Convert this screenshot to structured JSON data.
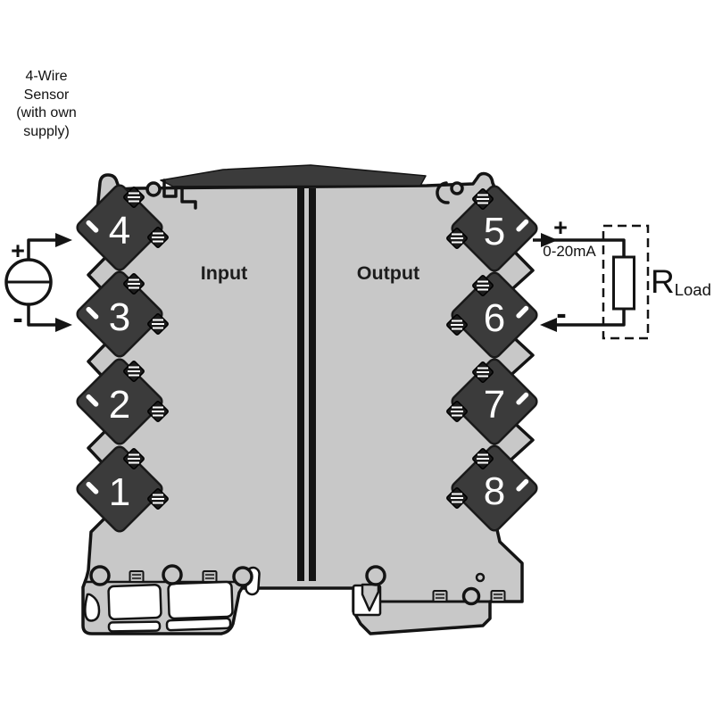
{
  "sensor": {
    "label": "4-Wire\nSensor\n(with own\nsupply)"
  },
  "module": {
    "input_label": "Input",
    "output_label": "Output",
    "left_terminals": [
      "4",
      "3",
      "2",
      "1"
    ],
    "right_terminals": [
      "5",
      "6",
      "7",
      "8"
    ]
  },
  "sensor_wiring": {
    "positive": "+",
    "negative": "-"
  },
  "output_wiring": {
    "positive": "+",
    "negative": "-",
    "current_range": "0-20mA",
    "load_name": "R",
    "load_subscript": "Load"
  },
  "colors": {
    "module_body": "#c8c8c8",
    "terminal_dark": "#3b3b3b",
    "outline": "#141414",
    "background": "#ffffff"
  }
}
